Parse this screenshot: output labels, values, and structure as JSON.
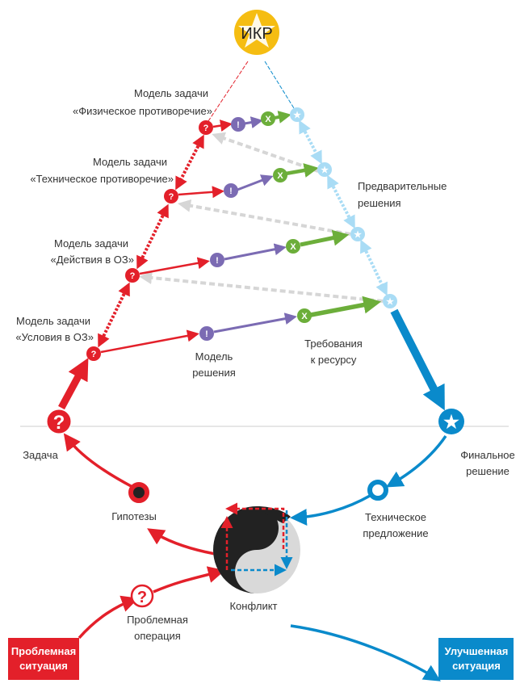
{
  "top": {
    "label": "ИКР",
    "color": "#f5bd12"
  },
  "levels": [
    {
      "line1": "Модель задачи",
      "line2": "«Физическое противоречие»"
    },
    {
      "line1": "Модель задачи",
      "line2": "«Техническое противоречие»"
    },
    {
      "line1": "Модель задачи",
      "line2": "«Действия в ОЗ»"
    },
    {
      "line1": "Модель задачи",
      "line2": "«Условия в ОЗ»"
    }
  ],
  "labels": {
    "preliminary": [
      "Предварительные",
      "решения"
    ],
    "solution_model": [
      "Модель",
      "решения"
    ],
    "resource_req": [
      "Требования",
      "к ресурсу"
    ],
    "task": "Задача",
    "final": [
      "Финальное",
      "решение"
    ],
    "hypotheses": "Гипотезы",
    "tech_proposal": [
      "Техническое",
      "предложение"
    ],
    "conflict": "Конфликт",
    "problem_operation": [
      "Проблемная",
      "операция"
    ],
    "problem_situation": [
      "Проблемная",
      "ситуация"
    ],
    "improved_situation": [
      "Улучшенная",
      "ситуация"
    ]
  },
  "symbols": {
    "question": "?",
    "insight": "!",
    "cross": "X",
    "star": "★"
  },
  "colors": {
    "red": "#e3202a",
    "blue": "#0a8acb",
    "lightblue": "#a9dcf5",
    "purple": "#7b6bb3",
    "green": "#6cae3a",
    "grey": "#d6d6d6"
  }
}
